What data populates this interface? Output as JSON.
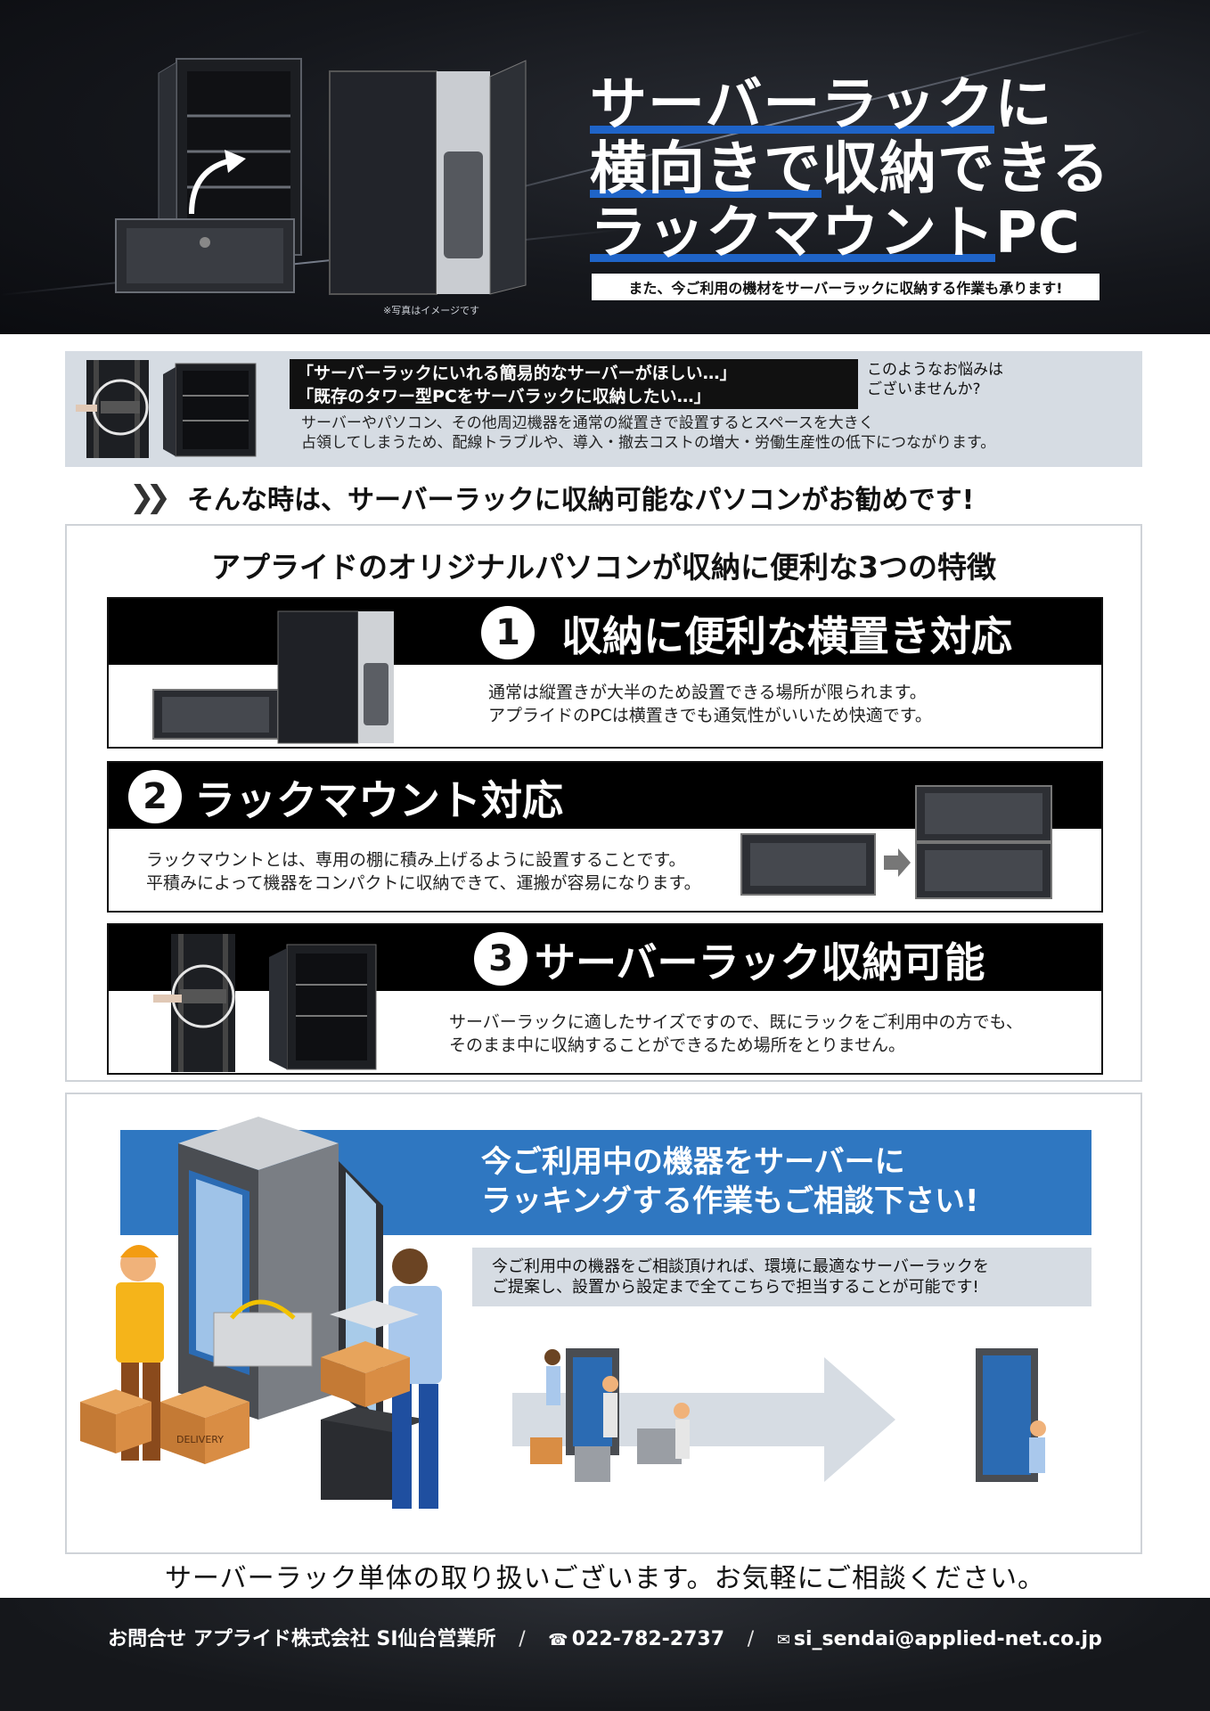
{
  "hero": {
    "title_line1_a": "サーバーラック",
    "title_line1_b": "に",
    "title_line2_a": "横向きで",
    "title_line2_b": "収納できる",
    "title_line3_a": "ラックマウント",
    "title_line3_b": "PC",
    "subtitle": "また、今ご利用の機材をサーバーラックに収納する作業も承ります!",
    "photo_note": "※写真はイメージです"
  },
  "problem": {
    "quote1": "「サーバーラックにいれる簡易的なサーバーがほしい…」",
    "quote2": "「既存のタワー型PCをサーバラックに収納したい…」",
    "ask1": "このようなお悩みは",
    "ask2": "ございませんか?",
    "body1": "サーバーやパソコン、その他周辺機器を通常の縦置きで設置するとスペースを大きく",
    "body2": "占領してしまうため、配線トラブルや、導入・撤去コストの増大・労働生産性の低下につながります。"
  },
  "recommend": "そんな時は、サーバーラックに収納可能なパソコンがお勧めです!",
  "features": {
    "title": "アプライドのオリジナルパソコンが収納に便利な3つの特徴",
    "items": [
      {
        "num": "1",
        "title": "収納に便利な横置き対応",
        "desc1": "通常は縦置きが大半のため設置できる場所が限られます。",
        "desc2": "アプライドのPCは横置きでも通気性がいいため快適です。"
      },
      {
        "num": "2",
        "title": "ラックマウント対応",
        "desc1": "ラックマウントとは、専用の棚に積み上げるように設置することです。",
        "desc2": "平積みによって機器をコンパクトに収納できて、運搬が容易になります。"
      },
      {
        "num": "3",
        "title": "サーバーラック収納可能",
        "desc1": "サーバーラックに適したサイズですので、既にラックをご利用中の方でも、",
        "desc2": "そのまま中に収納することができるため場所をとりません。"
      }
    ]
  },
  "consult": {
    "head1": "今ご利用中の機器をサーバーに",
    "head2": "ラッキングする作業もご相談下さい!",
    "text1": "今ご利用中の機器をご相談頂ければ、環境に最適なサーバーラックを",
    "text2": "ご提案し、設置から設定まで全てこちらで担当することが可能です!",
    "box_label": "DELIVERY"
  },
  "bottom_note": "サーバーラック単体の取り扱いございます。お気軽にご相談ください。",
  "footer": {
    "contact": "お問合せ アプライド株式会社 SI仙台営業所",
    "phone": "022-782-2737",
    "email": "si_sendai@applied-net.co.jp",
    "sep": "/"
  },
  "colors": {
    "accent_blue": "#1f64c8",
    "banner_blue": "#2f77c1",
    "panel_gray": "#d6dce3"
  }
}
